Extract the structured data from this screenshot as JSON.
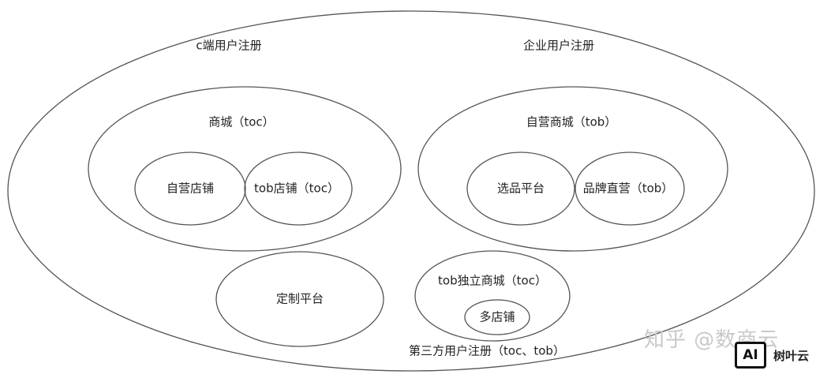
{
  "diagram": {
    "outer_label": "第三方用户注册（toc、tob）",
    "left_top_label": "c端用户注册",
    "right_top_label": "企业用户注册",
    "mall": {
      "label": "商城（toc）",
      "children": [
        "自营店铺",
        "tob店铺（toc）"
      ]
    },
    "self_mall": {
      "label": "自营商城（tob）",
      "children": [
        "选品平台",
        "品牌直营（tob）"
      ]
    },
    "custom_platform": "定制平台",
    "tob_independent": {
      "label": "tob独立商城（toc）",
      "child": "多店铺"
    }
  },
  "watermark": {
    "text": "知乎 @数商云",
    "badge": "AI",
    "brand": "树叶云"
  },
  "colors": {
    "stroke": "#555555",
    "text": "#222222",
    "watermark": "#c9c9c9"
  }
}
